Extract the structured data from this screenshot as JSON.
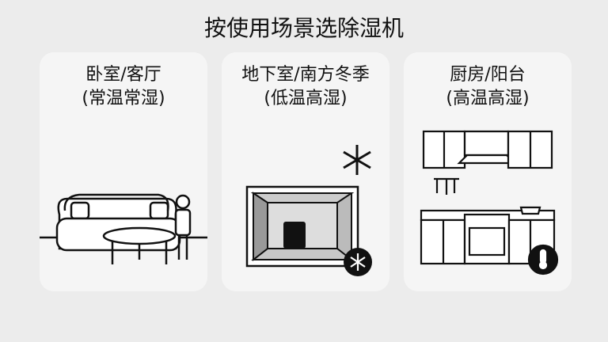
{
  "title": "按使用场景选除湿机",
  "cards": [
    {
      "line1": "卧室/客厅",
      "line2": "(常温常湿)",
      "icon": "living-room-icon"
    },
    {
      "line1": "地下室/南方冬季",
      "line2": "(低温高湿)",
      "icon": "basement-icon",
      "badge": "snowflake-icon"
    },
    {
      "line1": "厨房/阳台",
      "line2": "(高温高湿)",
      "icon": "kitchen-icon",
      "badge": "thermometer-icon"
    }
  ]
}
